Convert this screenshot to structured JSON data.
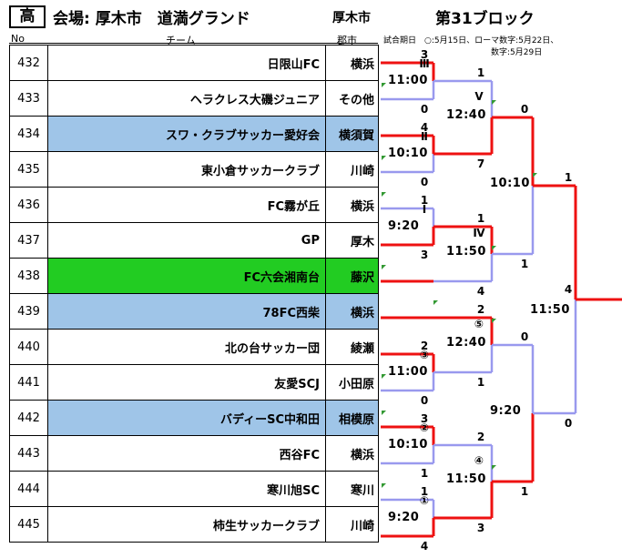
{
  "header": {
    "level": "高",
    "venue": "会場: 厚木市　道満グランド",
    "city": "厚木市",
    "block": "第31ブロック"
  },
  "columns": {
    "no": "No",
    "team": "チーム",
    "city": "郡市"
  },
  "note": {
    "line1": "試合期日　○:5月15日、ローマ数字:5月22日、",
    "line2": "数字:5月29日"
  },
  "colors": {
    "winner_line": "#ee1111",
    "loser_line": "#9999ee",
    "blue_row": "#9fc5e8",
    "green_row": "#22cc22"
  },
  "teams": [
    {
      "no": "432",
      "name": "日限山FC",
      "city": "横浜",
      "highlight": ""
    },
    {
      "no": "433",
      "name": "ヘラクレス大磯ジュニア",
      "city": "その他",
      "highlight": ""
    },
    {
      "no": "434",
      "name": "スワ・クラブサッカー愛好会",
      "city": "横須賀",
      "highlight": "blue"
    },
    {
      "no": "435",
      "name": "東小倉サッカークラブ",
      "city": "川崎",
      "highlight": ""
    },
    {
      "no": "436",
      "name": "FC霧が丘",
      "city": "横浜",
      "highlight": ""
    },
    {
      "no": "437",
      "name": "GP",
      "city": "厚木",
      "highlight": ""
    },
    {
      "no": "438",
      "name": "FC六会湘南台",
      "city": "藤沢",
      "highlight": "green"
    },
    {
      "no": "439",
      "name": "78FC西柴",
      "city": "横浜",
      "highlight": "blue"
    },
    {
      "no": "440",
      "name": "北の台サッカー団",
      "city": "綾瀬",
      "highlight": ""
    },
    {
      "no": "441",
      "name": "友愛SCJ",
      "city": "小田原",
      "highlight": ""
    },
    {
      "no": "442",
      "name": "バディーSC中和田",
      "city": "相模原",
      "highlight": "blue"
    },
    {
      "no": "443",
      "name": "西谷FC",
      "city": "横浜",
      "highlight": ""
    },
    {
      "no": "444",
      "name": "寒川旭SC",
      "city": "寒川",
      "highlight": ""
    },
    {
      "no": "445",
      "name": "柿生サッカークラブ",
      "city": "川崎",
      "highlight": ""
    }
  ],
  "matches": {
    "m1": {
      "label": "Ⅲ",
      "time": "11:00",
      "score_top": "3",
      "score_bottom": "0"
    },
    "m2": {
      "label": "Ⅱ",
      "time": "10:10",
      "score_top": "4",
      "score_bottom": "0"
    },
    "m3": {
      "label": "Ⅰ",
      "time": "9:20",
      "score_top": "1",
      "score_bottom": "3"
    },
    "m4": {
      "label": "③",
      "time": "11:00",
      "score_top": "2",
      "score_bottom": "0"
    },
    "m5": {
      "label": "②",
      "time": "10:10",
      "score_top": "3",
      "score_bottom": "1"
    },
    "m6": {
      "label": "①",
      "time": "9:20",
      "score_top": "1",
      "score_bottom": "4"
    },
    "r2a": {
      "label": "Ⅴ",
      "time": "12:40",
      "score_top": "1",
      "score_bottom": "7"
    },
    "r2b": {
      "label": "Ⅳ",
      "time": "11:50",
      "score_top": "1",
      "score_bottom": "4"
    },
    "r2c": {
      "label": "⑤",
      "time": "12:40",
      "score_top": "2",
      "score_bottom": "1"
    },
    "r2d": {
      "label": "④",
      "time": "11:50",
      "score_top": "2",
      "score_bottom": "3"
    },
    "r3a": {
      "time": "10:10",
      "score_top": "0",
      "score_bottom": "1"
    },
    "r3b": {
      "time": "9:20",
      "score_top": "0",
      "score_bottom": "1"
    },
    "final": {
      "time": "11:50",
      "score_top": "1",
      "score_bottom": "0",
      "score_center": "4"
    }
  }
}
